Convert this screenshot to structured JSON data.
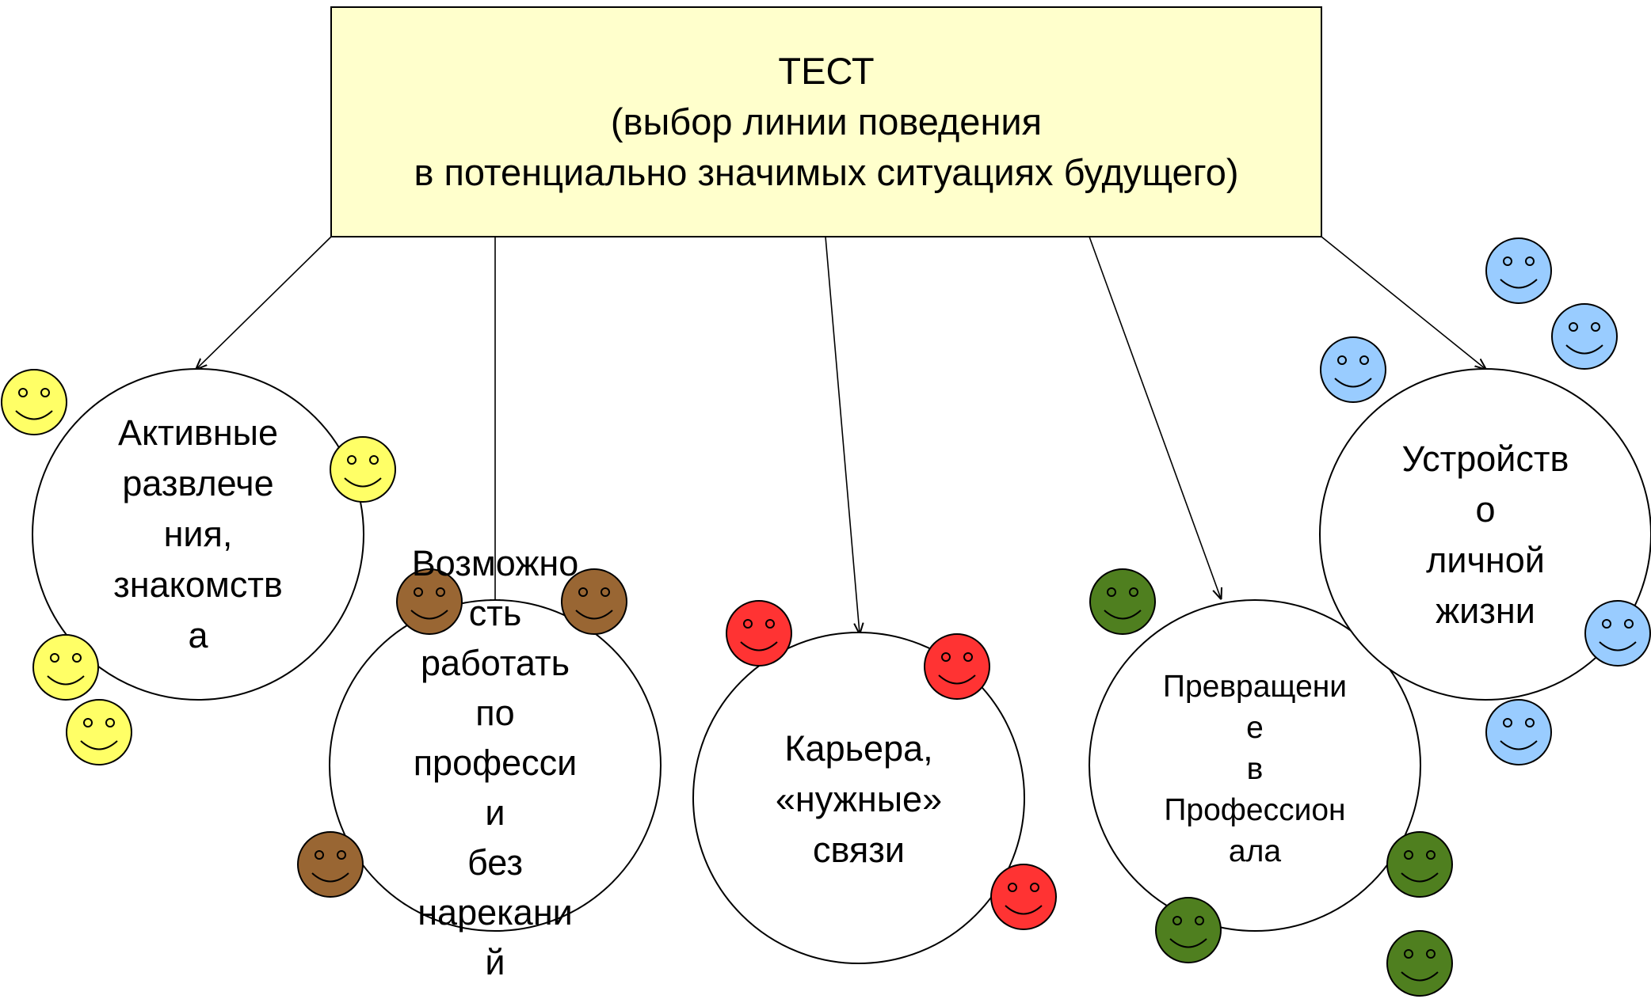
{
  "header": {
    "title": "ТЕСТ",
    "line2": "(выбор линии поведения",
    "line3": "в потенциально значимых ситуациях будущего)"
  },
  "colors": {
    "header_fill": "#FFFFCC",
    "yellow": "#FFFF66",
    "brown": "#996633",
    "red": "#FF3333",
    "green": "#4F7F1F",
    "blue": "#99CCFF"
  },
  "categories": [
    {
      "name": "Активные развлечения, знакомства",
      "lines": [
        "Активные",
        "развлече",
        "ния,",
        "знакомств",
        "а"
      ],
      "smiley_color": "yellow"
    },
    {
      "name": "Возможность работать по профессии без нареканий",
      "lines": [
        "Возможно",
        "сть",
        "работать",
        "по",
        "професси",
        "и",
        "без",
        "нарекани",
        "й"
      ],
      "smiley_color": "brown"
    },
    {
      "name": "Карьера, «нужные» связи",
      "lines": [
        "Карьера,",
        "«нужные»",
        "связи"
      ],
      "smiley_color": "red"
    },
    {
      "name": "Превращение в Профессионала",
      "lines": [
        "Превращени",
        "е",
        "в",
        "Профессион",
        "ала"
      ],
      "smiley_color": "green"
    },
    {
      "name": "Устройство личной жизни",
      "lines": [
        "Устройств",
        "о",
        "личной",
        "жизни"
      ],
      "smiley_color": "blue"
    }
  ]
}
